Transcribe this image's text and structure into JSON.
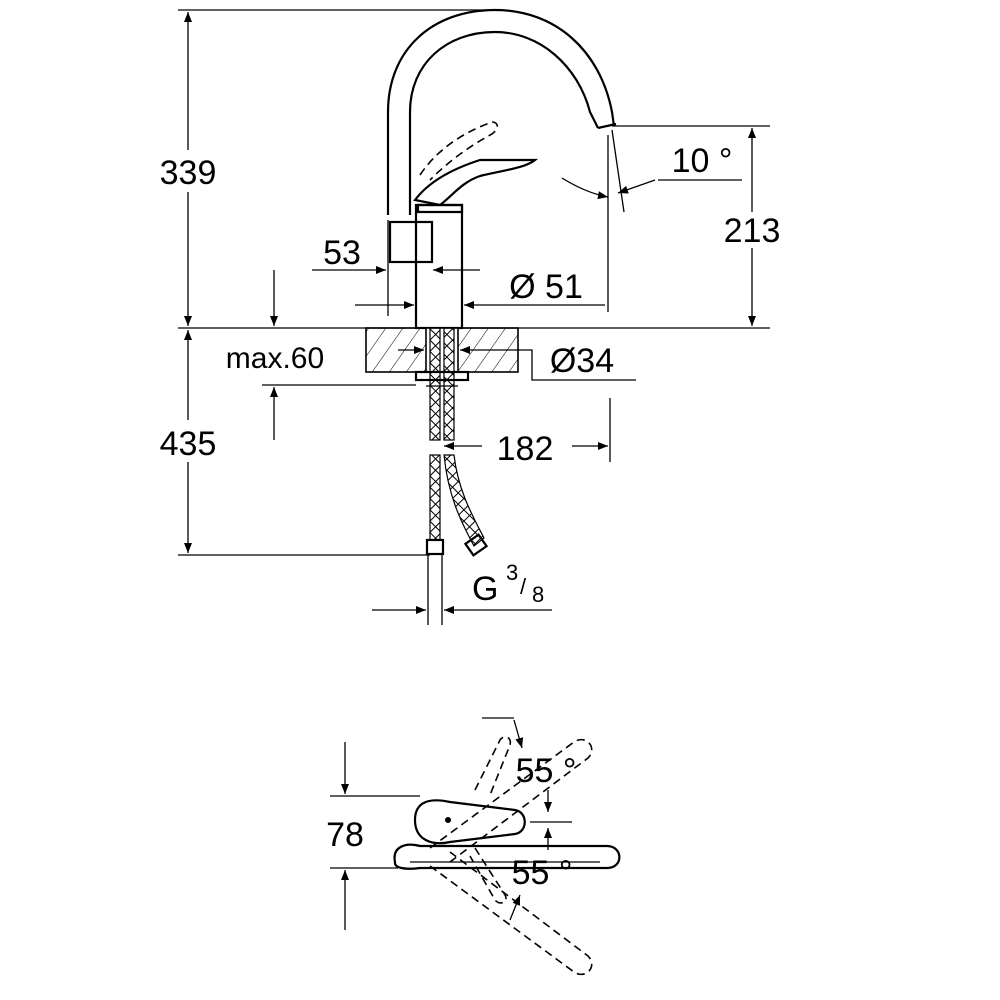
{
  "drawing": {
    "dimensions": {
      "total_height": "339",
      "spout_height": "213",
      "spout_angle": "10 °",
      "lever_offset": "53",
      "body_diameter": "Ø 51",
      "max_deck_thickness": "max.60",
      "hole_diameter": "Ø34",
      "hose_length": "435",
      "spout_reach": "182",
      "connection_thread": "G",
      "thread_numerator": "3",
      "thread_denominator": "8",
      "lever_depth": "78",
      "rotation_up": "55 °",
      "rotation_down": "55 °"
    }
  }
}
